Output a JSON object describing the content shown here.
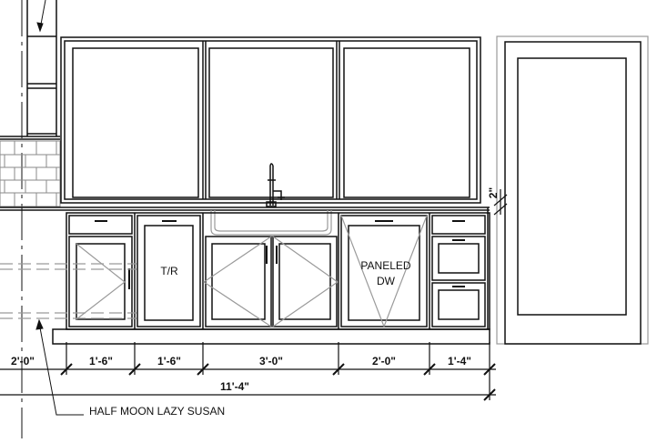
{
  "drawing": {
    "appliance_labels": {
      "tr": "T/R",
      "dw_line1": "PANELED",
      "dw_line2": "DW"
    },
    "dimensions": {
      "seg1": "2'-0\"",
      "seg2": "1'-6\"",
      "seg3": "1'-6\"",
      "seg4": "3'-0\"",
      "seg5": "2'-0\"",
      "seg6": "1'-4\"",
      "overall": "11'-4\"",
      "splash": "2\""
    },
    "notes": {
      "lazy_susan": "HALF MOON LAZY SUSAN"
    },
    "colors": {
      "line": "#111111",
      "swing": "#9a9a9a",
      "tile": "#8a8a8a"
    }
  }
}
